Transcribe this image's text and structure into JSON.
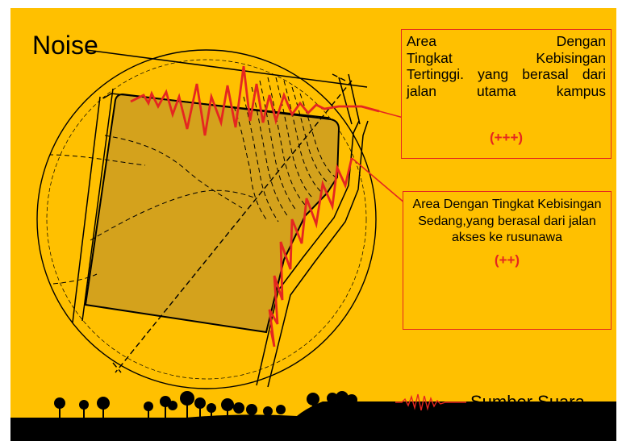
{
  "title": "Noise",
  "colors": {
    "background": "#ffc000",
    "site_fill": "#d4a21c",
    "noise_line": "#e52620",
    "line": "#000000"
  },
  "callouts": [
    {
      "lines": [
        "Area    Dengan",
        "Tingkat Kebisingan",
        "Tertinggi. yang berasal dari",
        "jalan utama kampus"
      ],
      "rating": "(+++)"
    },
    {
      "text": "Area Dengan Tingkat Kebisingan Sedang,yang berasal dari jalan akses ke rusunawa",
      "rating": "(++)"
    }
  ],
  "legend": {
    "label": "Sumber Suara",
    "icon": "noise-wave-icon"
  }
}
